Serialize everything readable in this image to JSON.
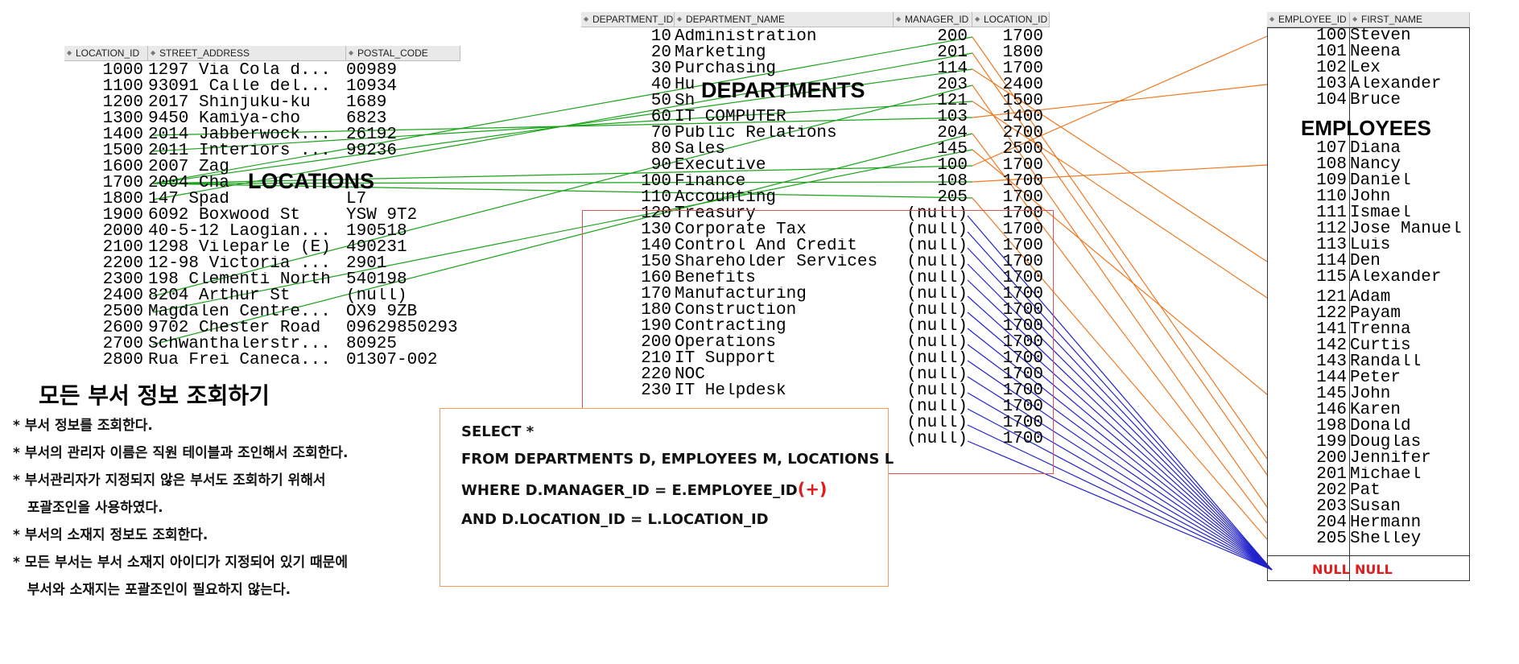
{
  "locations": {
    "title": "LOCATIONS",
    "columns": [
      "LOCATION_ID",
      "STREET_ADDRESS",
      "POSTAL_CODE"
    ],
    "rows": [
      [
        "1000",
        "1297 Via Cola d...",
        "00989"
      ],
      [
        "1100",
        "93091 Calle del...",
        "10934"
      ],
      [
        "1200",
        "2017 Shinjuku-ku",
        "1689"
      ],
      [
        "1300",
        "9450 Kamiya-cho",
        "6823"
      ],
      [
        "1400",
        "2014 Jabberwock...",
        "26192"
      ],
      [
        "1500",
        "2011 Interiors ...",
        "99236"
      ],
      [
        "1600",
        "2007 Zag",
        ""
      ],
      [
        "1700",
        "2004 Cha",
        ""
      ],
      [
        "1800",
        "147 Spad",
        "L7"
      ],
      [
        "1900",
        "6092 Boxwood St",
        "YSW 9T2"
      ],
      [
        "2000",
        "40-5-12 Laogian...",
        "190518"
      ],
      [
        "2100",
        "1298 Vileparle (E)",
        "490231"
      ],
      [
        "2200",
        "12-98 Victoria ...",
        "2901"
      ],
      [
        "2300",
        "198 Clementi North",
        "540198"
      ],
      [
        "2400",
        "8204 Arthur St",
        "(null)"
      ],
      [
        "2500",
        "Magdalen Centre...",
        "OX9 9ZB"
      ],
      [
        "2600",
        "9702 Chester Road",
        "09629850293"
      ],
      [
        "2700",
        "Schwanthalerstr...",
        "80925"
      ],
      [
        "2800",
        "Rua Frei Caneca...",
        "01307-002"
      ]
    ]
  },
  "departments": {
    "title": "DEPARTMENTS",
    "columns": [
      "DEPARTMENT_ID",
      "DEPARTMENT_NAME",
      "MANAGER_ID",
      "LOCATION_ID"
    ],
    "rows": [
      [
        "10",
        "Administration",
        "200",
        "1700"
      ],
      [
        "20",
        "Marketing",
        "201",
        "1800"
      ],
      [
        "30",
        "Purchasing",
        "114",
        "1700"
      ],
      [
        "40",
        "Hu",
        "203",
        "2400"
      ],
      [
        "50",
        "Sh",
        "121",
        "1500"
      ],
      [
        "60",
        "IT COMPUTER",
        "103",
        "1400"
      ],
      [
        "70",
        "Public Relations",
        "204",
        "2700"
      ],
      [
        "80",
        "Sales",
        "145",
        "2500"
      ],
      [
        "90",
        "Executive",
        "100",
        "1700"
      ],
      [
        "100",
        "Finance",
        "108",
        "1700"
      ],
      [
        "110",
        "Accounting",
        "205",
        "1700"
      ],
      [
        "120",
        "Treasury",
        "(null)",
        "1700"
      ],
      [
        "130",
        "Corporate Tax",
        "(null)",
        "1700"
      ],
      [
        "140",
        "Control And Credit",
        "(null)",
        "1700"
      ],
      [
        "150",
        "Shareholder Services",
        "(null)",
        "1700"
      ],
      [
        "160",
        "Benefits",
        "(null)",
        "1700"
      ],
      [
        "170",
        "Manufacturing",
        "(null)",
        "1700"
      ],
      [
        "180",
        "Construction",
        "(null)",
        "1700"
      ],
      [
        "190",
        "Contracting",
        "(null)",
        "1700"
      ],
      [
        "200",
        "Operations",
        "(null)",
        "1700"
      ],
      [
        "210",
        "IT Support",
        "(null)",
        "1700"
      ],
      [
        "220",
        "NOC",
        "(null)",
        "1700"
      ],
      [
        "230",
        "IT Helpdesk",
        "(null)",
        "1700"
      ],
      [
        "",
        "",
        "(null)",
        "1700"
      ],
      [
        "",
        "",
        "(null)",
        "1700"
      ],
      [
        "",
        "",
        "(null)",
        "1700"
      ]
    ]
  },
  "employees": {
    "title": "EMPLOYEES",
    "columns": [
      "EMPLOYEE_ID",
      "FIRST_NAME"
    ],
    "rows_top": [
      [
        "100",
        "Steven"
      ],
      [
        "101",
        "Neena"
      ],
      [
        "102",
        "Lex"
      ],
      [
        "103",
        "Alexander"
      ],
      [
        "104",
        "Bruce"
      ]
    ],
    "rows_mid": [
      [
        "107",
        "Diana"
      ],
      [
        "108",
        "Nancy"
      ],
      [
        "109",
        "Daniel"
      ],
      [
        "110",
        "John"
      ],
      [
        "111",
        "Ismael"
      ],
      [
        "112",
        "Jose Manuel"
      ],
      [
        "113",
        "Luis"
      ],
      [
        "114",
        "Den"
      ],
      [
        "115",
        "Alexander"
      ]
    ],
    "rows_bottom": [
      [
        "121",
        "Adam"
      ],
      [
        "122",
        "Payam"
      ],
      [
        "141",
        "Trenna"
      ],
      [
        "142",
        "Curtis"
      ],
      [
        "143",
        "Randall"
      ],
      [
        "144",
        "Peter"
      ],
      [
        "145",
        "John"
      ],
      [
        "146",
        "Karen"
      ],
      [
        "198",
        "Donald"
      ],
      [
        "199",
        "Douglas"
      ],
      [
        "200",
        "Jennifer"
      ],
      [
        "201",
        "Michael"
      ],
      [
        "202",
        "Pat"
      ],
      [
        "203",
        "Susan"
      ],
      [
        "204",
        "Hermann"
      ],
      [
        "205",
        "Shelley"
      ]
    ],
    "null_id": "NULL",
    "null_name": "NULL"
  },
  "notes": {
    "heading": "모든 부서 정보 조회하기",
    "lines": [
      "* 부서 정보를 조회한다.",
      "* 부서의 관리자 이름은 직원 테이블과 조인해서 조회한다.",
      "* 부서관리자가 지정되지 않은 부서도 조회하기 위해서",
      "   포괄조인을 사용하였다.",
      "* 부서의 소재지 정보도 조회한다.",
      "* 모든 부서는 부서 소재지 아이디가 지정되어 있기 때문에",
      "   부서와 소재지는 포괄조인이 필요하지 않는다."
    ]
  },
  "sql": {
    "line1": "SELECT *",
    "line2": "FROM DEPARTMENTS D, EMPLOYEES M, LOCATIONS L",
    "line3": "WHERE D.MANAGER_ID = E.EMPLOYEE_ID",
    "outer_join_marker": "(+)",
    "line4": "AND D.LOCATION_ID = L.LOCATION_ID"
  },
  "colors": {
    "location_link": "#1aa31a",
    "manager_link": "#f07820",
    "null_link": "#2222cc",
    "highlight": "#e05050",
    "null_text": "#e01c1c"
  }
}
